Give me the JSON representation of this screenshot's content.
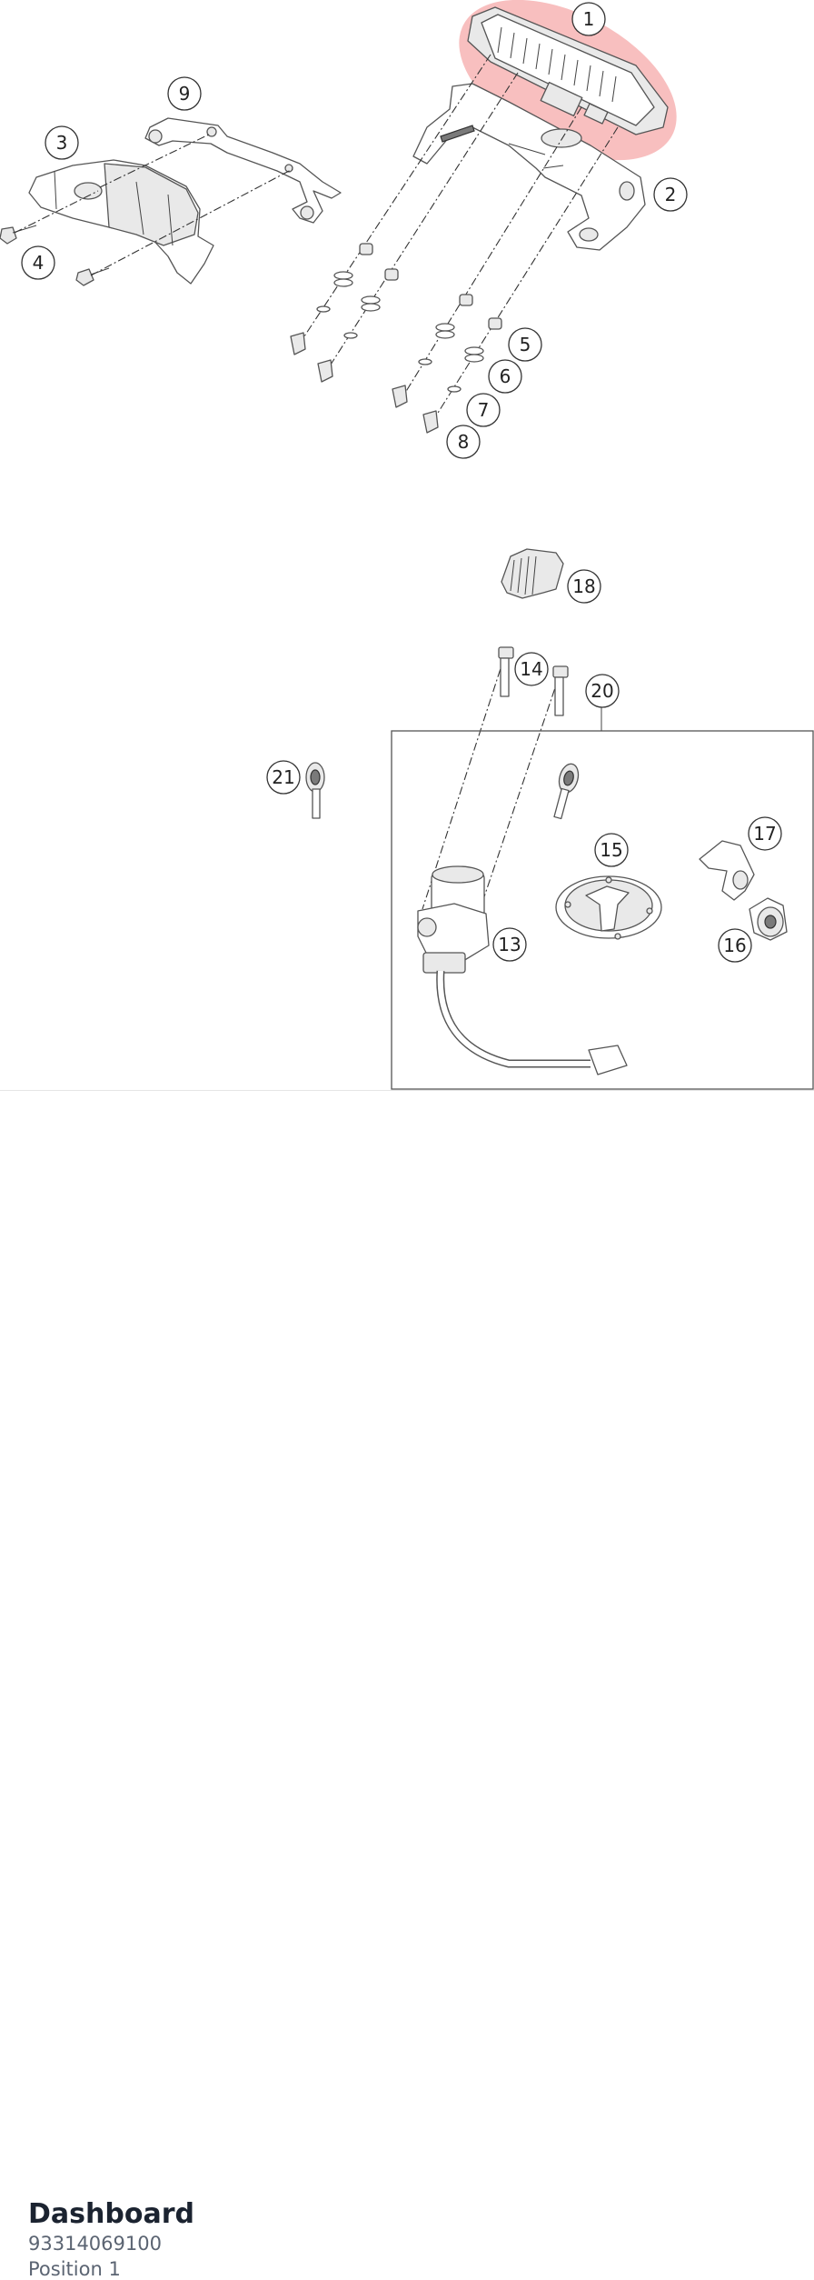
{
  "diagram": {
    "highlight_color": "#f28b8b",
    "callouts": [
      "1",
      "2",
      "3",
      "4",
      "5",
      "6",
      "7",
      "8",
      "9",
      "13",
      "14",
      "15",
      "16",
      "17",
      "18",
      "20",
      "21"
    ],
    "highlighted_part": "1"
  },
  "caption": {
    "title": "Dashboard",
    "part_number": "93314069100",
    "position": "Position 1"
  }
}
